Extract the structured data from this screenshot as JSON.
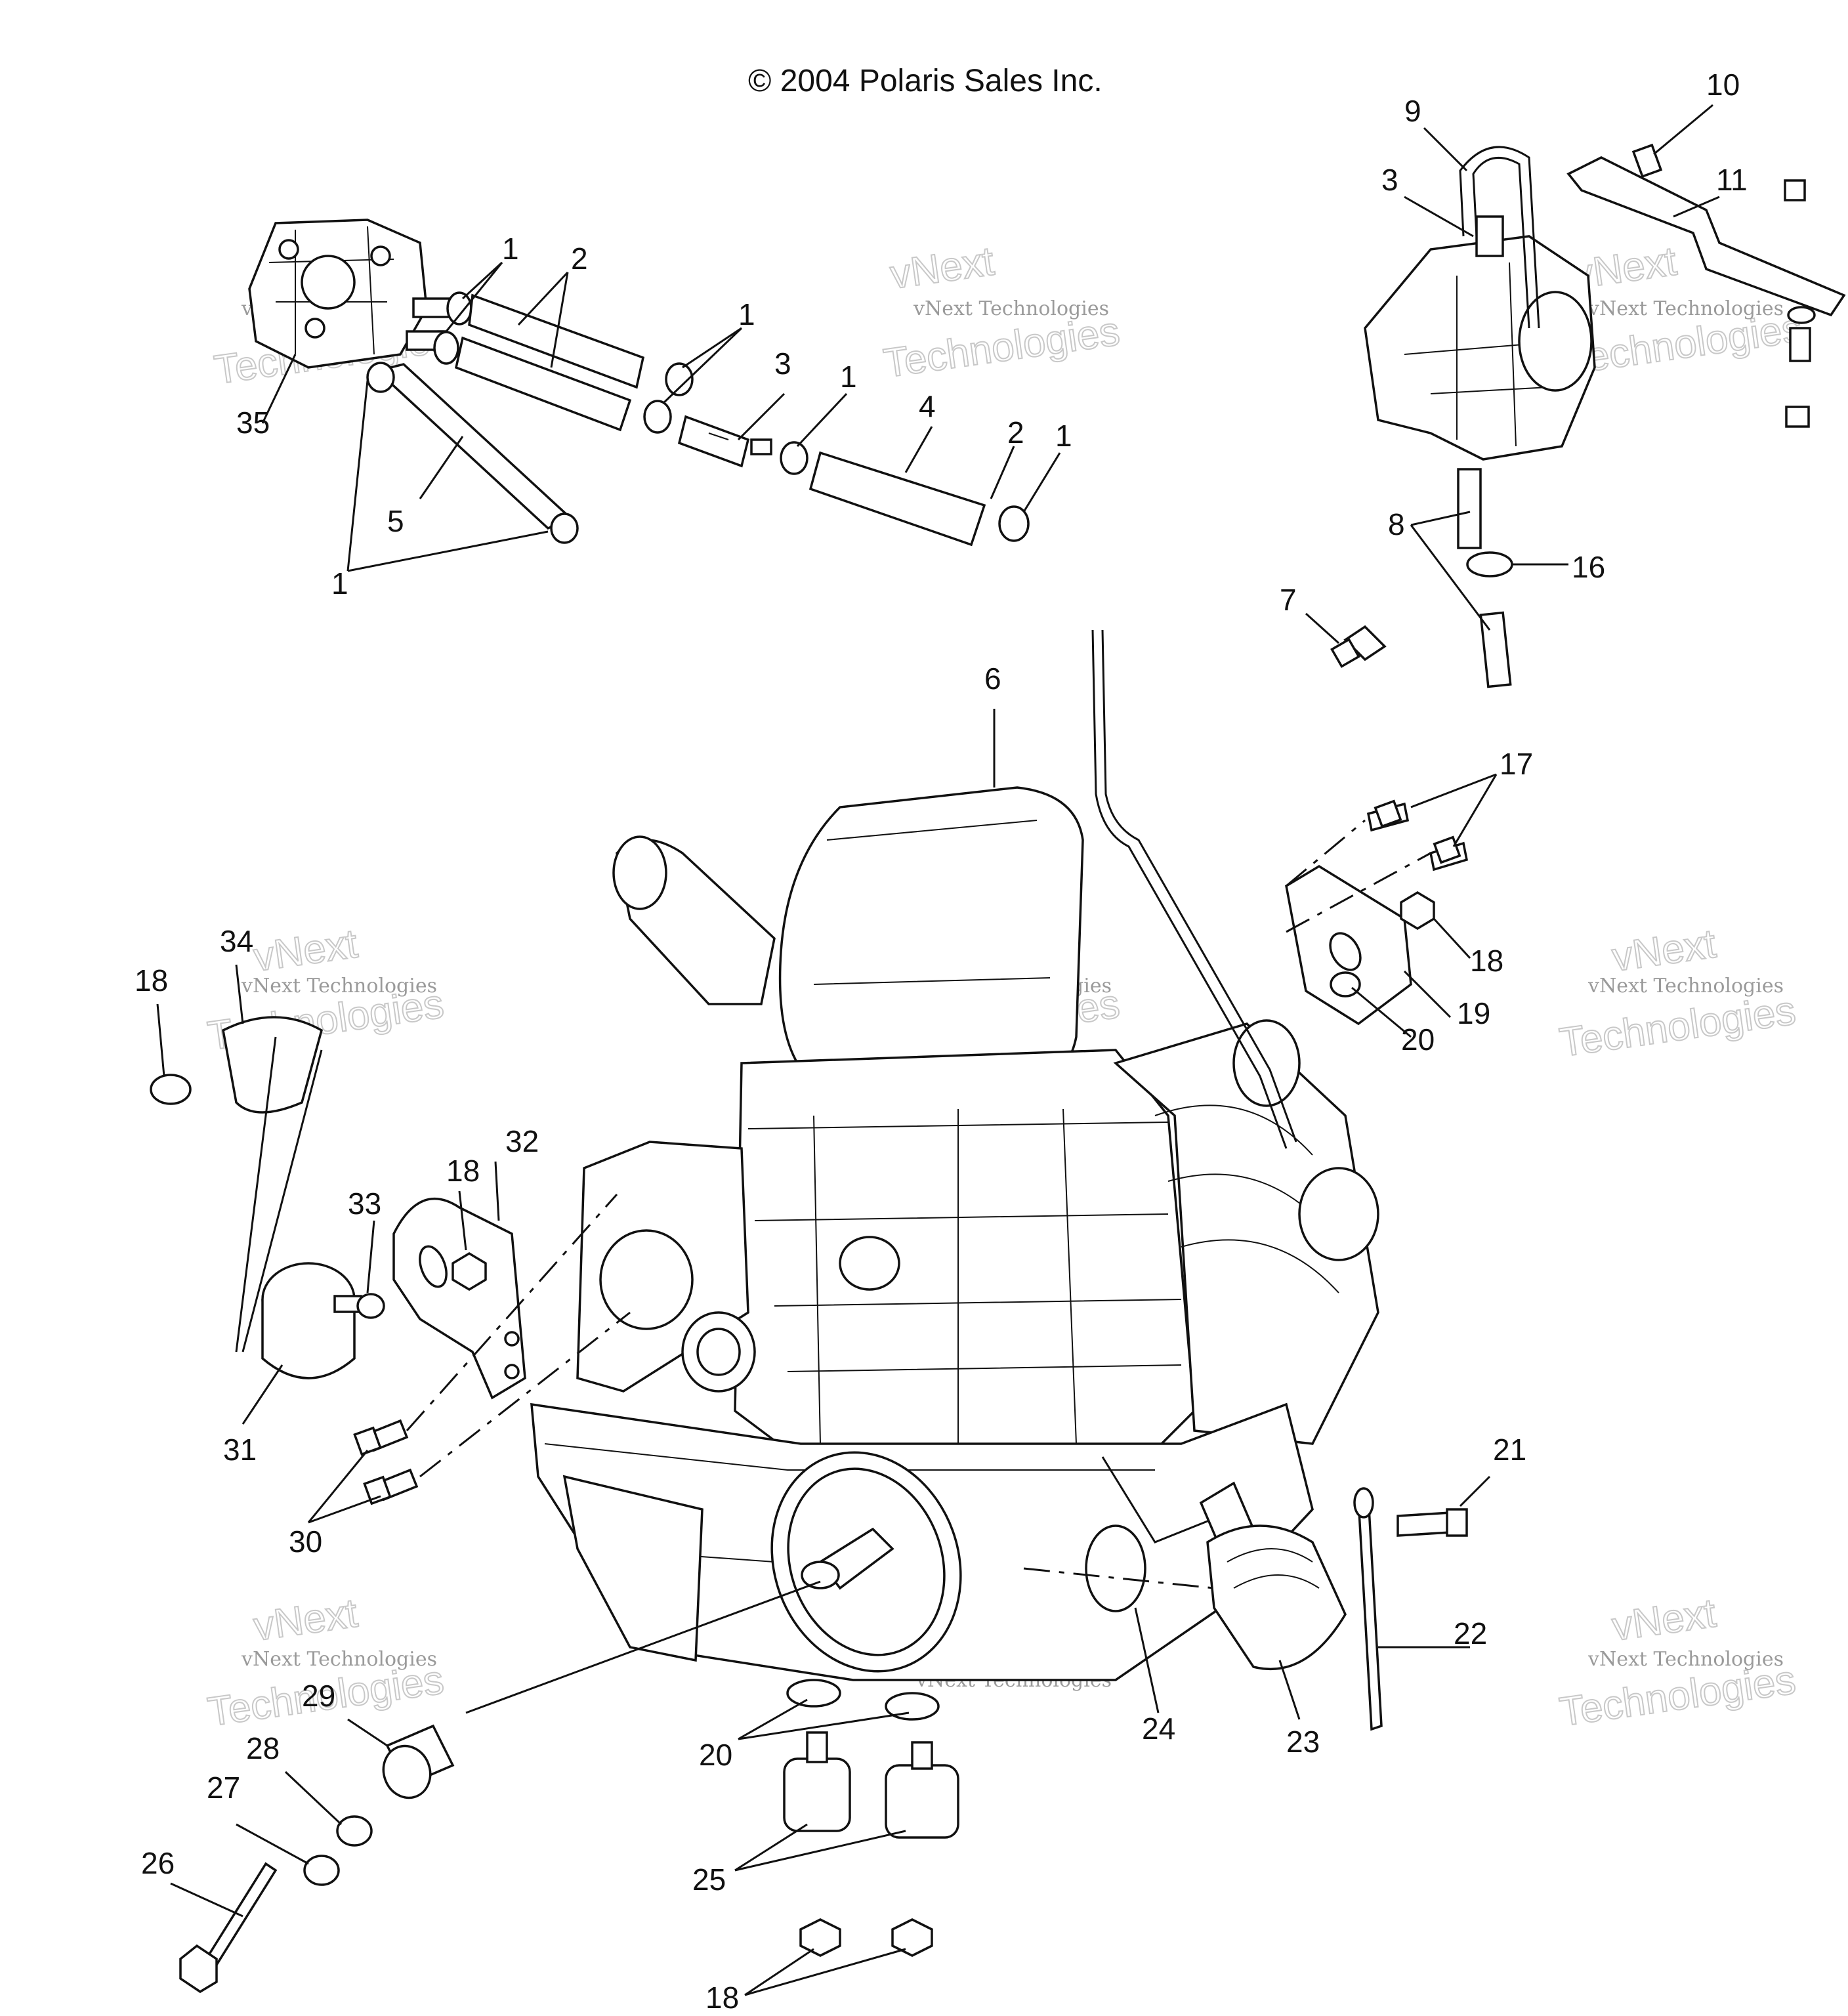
{
  "copyright": "© 2004 Polaris Sales Inc.",
  "watermark": {
    "line1": "vNext Technologies",
    "line2": "vNext",
    "line3": "Technologies"
  },
  "callouts": {
    "c1a": "1",
    "c1b": "1",
    "c1c": "1",
    "c1d": "1",
    "c1e": "1",
    "c2a": "2",
    "c2b": "2",
    "c3a": "3",
    "c3b": "3",
    "c4": "4",
    "c5": "5",
    "c6": "6",
    "c7": "7",
    "c8": "8",
    "c9": "9",
    "c10": "10",
    "c11": "11",
    "c16": "16",
    "c17": "17",
    "c18a": "18",
    "c18b": "18",
    "c18c": "18",
    "c18d": "18",
    "c19": "19",
    "c20a": "20",
    "c20b": "20",
    "c21": "21",
    "c22": "22",
    "c23": "23",
    "c24": "24",
    "c25": "25",
    "c26": "26",
    "c27": "27",
    "c28": "28",
    "c29": "29",
    "c30": "30",
    "c31": "31",
    "c32": "32",
    "c33": "33",
    "c34": "34",
    "c35": "35"
  }
}
